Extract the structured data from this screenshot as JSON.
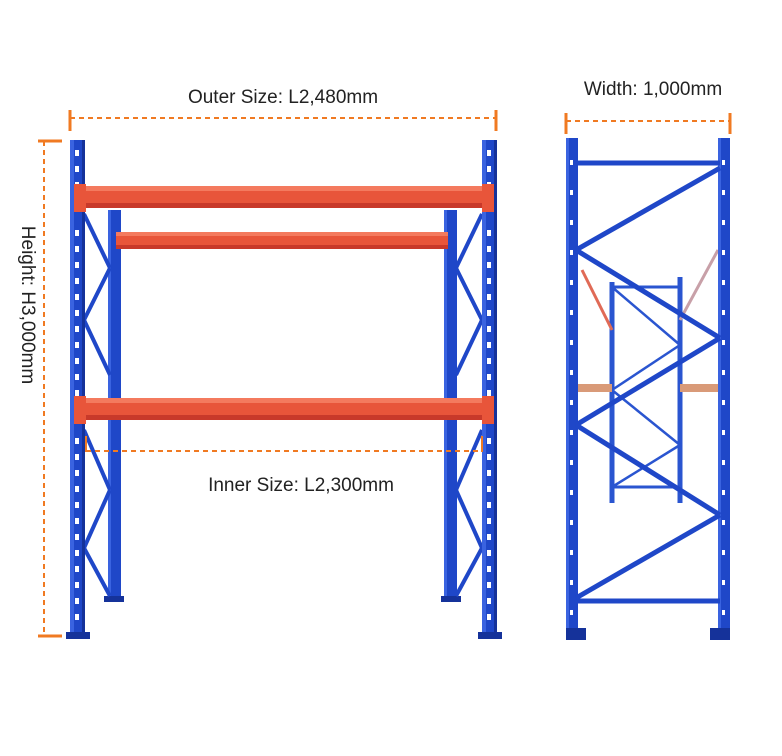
{
  "annotations": {
    "outer_size": "Outer Size: L2,480mm",
    "inner_size": "Inner Size: L2,300mm",
    "height": "Height: H3,000mm",
    "width": "Width: 1,000mm"
  },
  "colors": {
    "frame_blue": "#1f47c8",
    "frame_blue_dark": "#15329a",
    "beam_red": "#e8553a",
    "beam_red_dark": "#c8392a",
    "dimension_orange": "#f07a22",
    "text": "#222222"
  },
  "icons": {
    "front_view": "pallet-rack-front-view",
    "side_view": "pallet-rack-side-view"
  }
}
